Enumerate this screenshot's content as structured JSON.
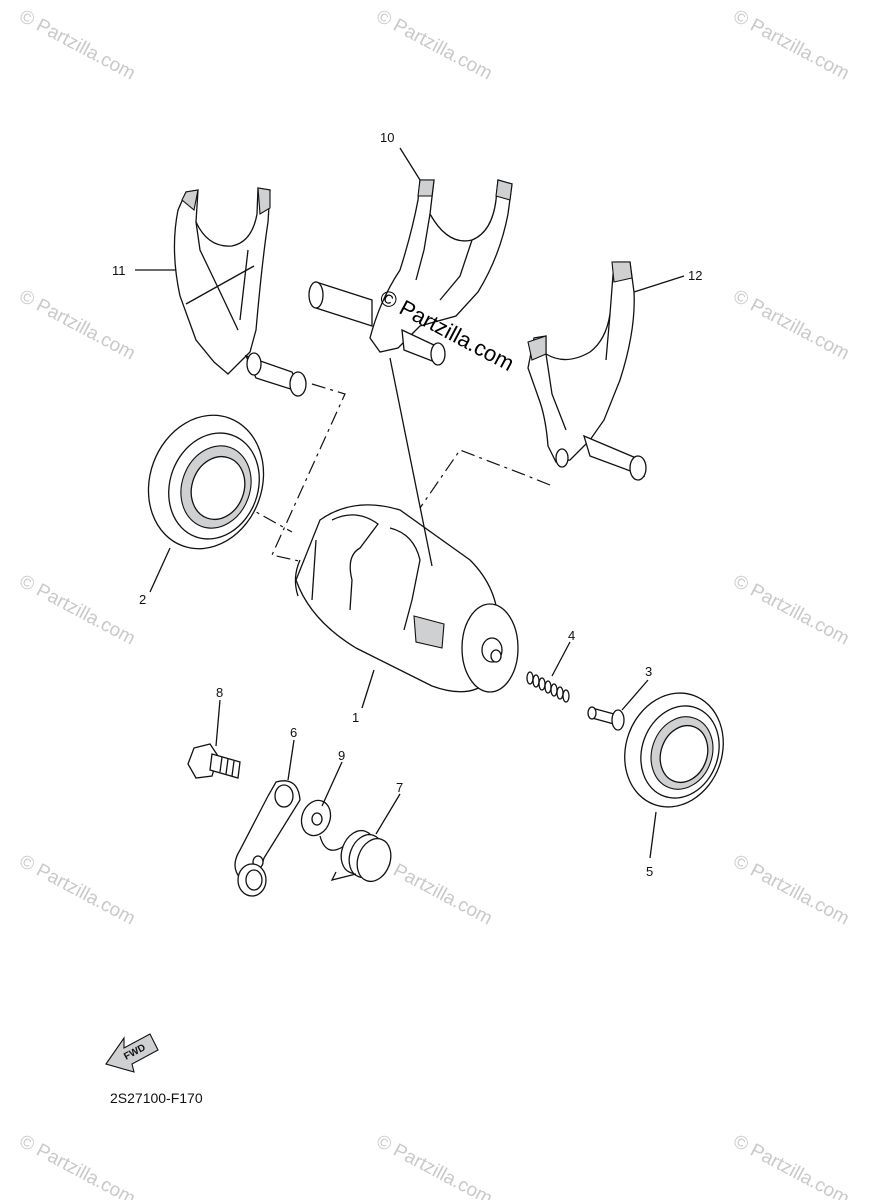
{
  "diagram": {
    "code": "2S27100-F170",
    "fwd_label": "FWD",
    "watermark": "© Partzilla.com",
    "center_watermark": "© Partzilla.com",
    "callouts": [
      {
        "id": "1",
        "label": "1"
      },
      {
        "id": "2",
        "label": "2"
      },
      {
        "id": "3",
        "label": "3"
      },
      {
        "id": "4",
        "label": "4"
      },
      {
        "id": "5",
        "label": "5"
      },
      {
        "id": "6",
        "label": "6"
      },
      {
        "id": "7",
        "label": "7"
      },
      {
        "id": "8",
        "label": "8"
      },
      {
        "id": "9",
        "label": "9"
      },
      {
        "id": "10",
        "label": "10"
      },
      {
        "id": "11",
        "label": "11"
      },
      {
        "id": "12",
        "label": "12"
      }
    ]
  }
}
